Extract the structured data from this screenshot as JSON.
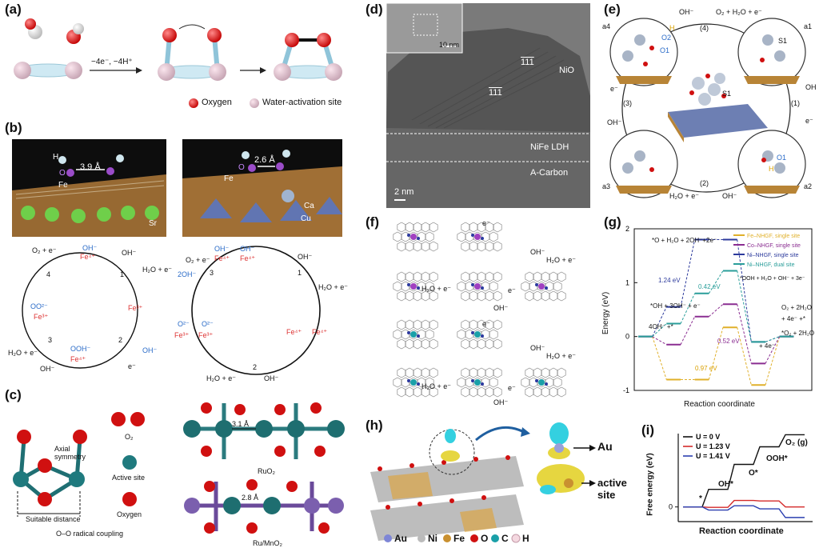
{
  "panels": {
    "a": {
      "label": "(a)",
      "step_text": "−4e⁻, −4H⁺",
      "legend_oxygen": "Oxygen",
      "legend_water": "Water-activation site"
    },
    "b": {
      "label": "(b)",
      "dist_left": "3.9 Å",
      "dist_right": "2.6 Å",
      "atom_H": "H",
      "atom_O": "O",
      "atom_Fe": "Fe",
      "atom_Sr": "Sr",
      "atom_Ca": "Ca",
      "atom_Cu": "Cu",
      "left_cycle": {
        "top": "OH⁻",
        "fe_top": "Fe⁴⁺",
        "o2": "O₂ + e⁻",
        "h2o_right": "H₂O + e⁻",
        "oh_in": "OH⁻",
        "oo2": "OO²⁻",
        "fe_left": "Fe³⁺",
        "fe_right": "Fe³⁺",
        "ooh": "OOH⁻",
        "fe_bottom": "Fe⁴⁺",
        "oh_right": "OH⁻",
        "e_right": "e⁻",
        "h2o_left": "H₂O + e⁻",
        "oh_bottom": "OH⁻",
        "n1": "1",
        "n2": "2",
        "n3": "3",
        "n4": "4"
      },
      "right_cycle": {
        "o2": "O₂ + e⁻",
        "two_oh": "2OH⁻",
        "oh_a": "OH⁻",
        "oh_b": "OH⁻",
        "fe_a": "Fe⁴⁺",
        "fe_b": "Fe⁴⁺",
        "h2o_right": "H₂O + e⁻",
        "o2_left": "O²⁻",
        "o2_right": "O²⁻",
        "fe3a": "Fe³⁺",
        "fe3b": "Fe³⁺",
        "oh_c": "OH⁻",
        "fe4c": "Fe⁴⁺",
        "fe4d": "Fe⁴⁺",
        "h2o_bottom": "H₂O + e⁻",
        "oh_bottom": "OH⁻",
        "n1": "1",
        "n2": "2",
        "n3": "3"
      }
    },
    "c": {
      "label": "(c)",
      "axial": "Axial symmetry",
      "o2": "O₂",
      "active": "Active site",
      "oxygen": "Oxygen",
      "suitable": "Suitable distance",
      "coupling": "O–O radical coupling",
      "dist1": "3.1 Å",
      "dist2": "2.8 Å",
      "mat1": "RuO₂",
      "mat2": "Ru/MnO₂"
    },
    "d": {
      "label": "(d)",
      "scale_inset": "10 nm",
      "plane1": "111",
      "plane2": "111",
      "nio": "NiO",
      "ldh": "NiFe LDH",
      "carbon": "A-Carbon",
      "scale_main": "2 nm"
    },
    "e": {
      "label": "(e)",
      "a1": "a1",
      "a2": "a2",
      "a3": "a3",
      "a4": "a4",
      "s1a": "S1",
      "s1b": "S1",
      "o1a": "O1",
      "o1b": "O1",
      "o2": "O2",
      "h_top": "H",
      "h_bottom": "H",
      "step1": "(1)",
      "step2": "(2)",
      "step3": "(3)",
      "step4": "(4)",
      "top_in": "OH⁻",
      "top_out": "O₂ + H₂O + e⁻",
      "right_in": "OH",
      "right_out": "e⁻",
      "bottom_in": "OH⁻",
      "bottom_out": "H₂O + e⁻",
      "left_in": "OH⁻",
      "left_out": "e⁻"
    },
    "f": {
      "label": "(f)",
      "e1": "e⁻",
      "oh1": "OH⁻",
      "h2o1": "H₂O + e⁻",
      "h2o2": "H₂O + e⁻",
      "e2": "e⁻",
      "oh2": "OH⁻",
      "e3": "e⁻",
      "oh3": "OH⁻",
      "h2o3": "H₂O + e⁻",
      "h2o4": "H₂O + e⁻",
      "e4": "e⁻",
      "oh4": "OH⁻"
    },
    "g": {
      "label": "(g)",
      "ylabel": "Energy (eV)",
      "xlabel": "Reaction coordinate",
      "ann_top": "*O + H₂O + 2OH⁻+2e⁻",
      "ann_1_24": "1.24 eV",
      "ann_0_42": "0.42 eV",
      "ann_ooh": "*OOH + H₂O + OH⁻ + 3e⁻",
      "ann_oh": "*OH + 3OH⁻ + e⁻",
      "ann_4oh": "4OH⁻ +*",
      "ann_052": "0.52 eV",
      "ann_o2": "O₂ + 2H₂O",
      "ann_4e": "+ 4e⁻ +*",
      "ann_o2b": "*O₂ + 2H₂O",
      "ann_4e2": "+ 4e⁻",
      "ann_097": "0.97 eV"
    },
    "h": {
      "label": "(h)",
      "au": "Au",
      "active": "active site",
      "leg_au": "Au",
      "leg_ni": "Ni",
      "leg_fe": "Fe",
      "leg_o": "O",
      "leg_c": "C",
      "leg_h": "H"
    },
    "i": {
      "label": "(i)",
      "ylabel": "Free energy (eV)",
      "xlabel": "Reaction coordinate",
      "star": "*",
      "oh": "OH*",
      "o": "O*",
      "ooh": "OOH*",
      "o2g": "O₂ (g)"
    }
  },
  "chart_data": [
    {
      "type": "line",
      "id": "g",
      "title": "",
      "xlabel": "Reaction coordinate",
      "ylabel": "Energy (eV)",
      "ylim": [
        -1,
        2
      ],
      "yticks": [
        -1,
        0,
        1,
        2
      ],
      "legend": "top-right",
      "series": [
        {
          "name": "Fe–NHGF, single site",
          "color": "#e0b02a",
          "values": [
            0,
            -0.8,
            -0.8,
            0.17,
            -0.9,
            0
          ]
        },
        {
          "name": "Co–NHGF, single site",
          "color": "#8a2d91",
          "values": [
            0,
            -0.15,
            0.37,
            0.6,
            -0.5,
            0
          ]
        },
        {
          "name": "Ni–NHGF, single site",
          "color": "#2c3a9c",
          "values": [
            0,
            0.55,
            1.8,
            1.8,
            -0.1,
            0
          ]
        },
        {
          "name": "Ni–NHGF, dual site",
          "color": "#2a9e9a",
          "values": [
            0,
            0.24,
            0.8,
            1.22,
            -0.1,
            0
          ]
        }
      ]
    },
    {
      "type": "line",
      "id": "i",
      "title": "",
      "xlabel": "Reaction coordinate",
      "ylabel": "Free energy (eV)",
      "ylim": [
        -1,
        5
      ],
      "yticks": [
        0
      ],
      "legend": "top-left",
      "categories": [
        "*",
        "OH*",
        "O*",
        "OOH*",
        "O2 (g)"
      ],
      "series": [
        {
          "name": "U = 0 V",
          "color": "#111111",
          "values": [
            0,
            1.2,
            2.9,
            4.1,
            4.92
          ]
        },
        {
          "name": "U = 1.23 V",
          "color": "#d42a2a",
          "values": [
            0,
            -0.03,
            0.44,
            0.41,
            0
          ]
        },
        {
          "name": "U = 1.41 V",
          "color": "#2b3fb0",
          "values": [
            0,
            -0.21,
            0.08,
            -0.13,
            -0.72
          ]
        }
      ]
    }
  ]
}
